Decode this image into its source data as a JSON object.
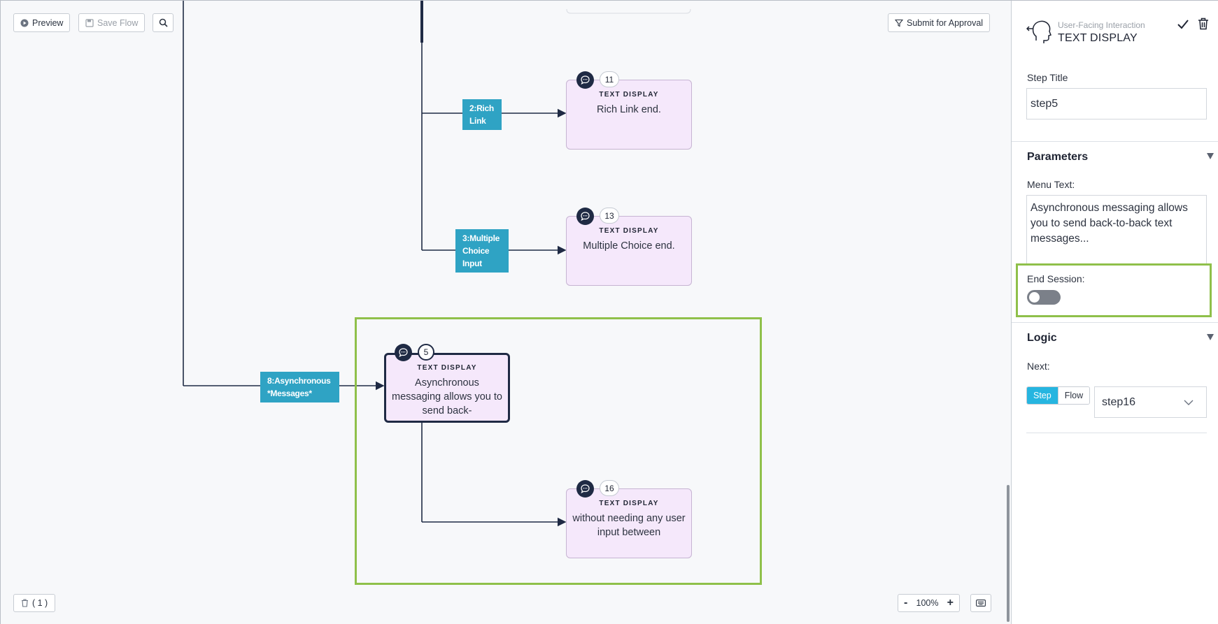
{
  "toolbar": {
    "preview_label": "Preview",
    "save_flow_label": "Save Flow",
    "submit_label": "Submit for Approval"
  },
  "canvas": {
    "nodes": [
      {
        "id": "11",
        "type": "TEXT DISPLAY",
        "text": "Rich Link end."
      },
      {
        "id": "13",
        "type": "TEXT DISPLAY",
        "text": "Multiple Choice end."
      },
      {
        "id": "5",
        "type": "TEXT DISPLAY",
        "text": "Asynchronous messaging allows you to send back-"
      },
      {
        "id": "16",
        "type": "TEXT DISPLAY",
        "text": "without needing any user input between"
      }
    ],
    "edge_labels": [
      {
        "line1": "2:Rich",
        "line2": "Link"
      },
      {
        "line1": "3:Multiple",
        "line2": "Choice",
        "line3": "Input"
      },
      {
        "line1": "8:Asynchronous",
        "line2": "*Messages*"
      }
    ]
  },
  "footer": {
    "trash_count": "( 1 )",
    "zoom_minus": "-",
    "zoom_level": "100%",
    "zoom_plus": "+"
  },
  "panel": {
    "subtitle": "User-Facing Interaction",
    "title": "TEXT DISPLAY",
    "step_title_label": "Step Title",
    "step_title_value": "step5",
    "parameters_heading": "Parameters",
    "menu_text_label": "Menu Text:",
    "menu_text_value": "Asynchronous messaging allows you to send back-to-back text messages...",
    "end_session_label": "End Session:",
    "end_session_on": false,
    "logic_heading": "Logic",
    "next_label": "Next:",
    "next_mode_step": "Step",
    "next_mode_flow": "Flow",
    "next_value": "step16"
  },
  "colors": {
    "node_fill": "#f5e8fb",
    "edge_label": "#2fa3c4",
    "highlight": "#8fc04a",
    "accent": "#26b5e0",
    "dark": "#1f2a44"
  }
}
